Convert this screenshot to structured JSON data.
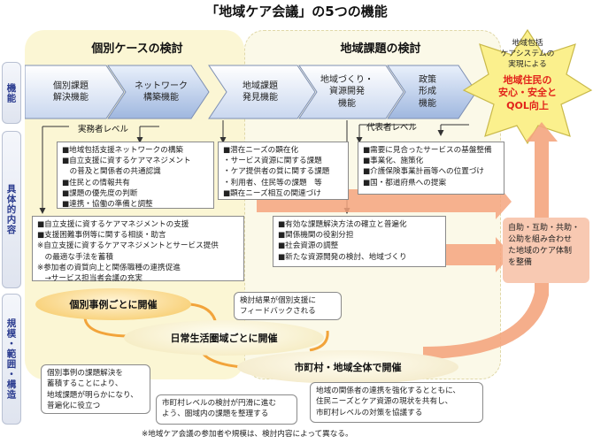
{
  "title": "「地域ケア会議」の5つの機能",
  "side_labels": {
    "function": "機能",
    "content": "具体的内容",
    "scope": "規模・範囲・構造"
  },
  "bands": {
    "left": "個別ケースの検討",
    "right": "地域課題の検討"
  },
  "chevrons": [
    {
      "label": "個別課題\n解決機能"
    },
    {
      "label": "ネットワーク\n構築機能"
    },
    {
      "label": "地域課題\n発見機能"
    },
    {
      "label": "地域づくり・\n資源開発\n機能"
    },
    {
      "label": "政策\n形成\n機能"
    }
  ],
  "goal_star": {
    "line1": "地域包括\nケアシステムの\n実現による",
    "line2": "地域住民の\n安心・安全と\nQOL向上"
  },
  "levels": {
    "staff": "実務者レベル",
    "rep": "代表者レベル"
  },
  "content_boxes": {
    "network": [
      "■地域包括支援ネットワークの構築",
      "■自立支援に資するケアマネジメント",
      "　の普及と関係者の共通認識",
      "■住民との情報共有",
      "■課題の優先度の判断",
      "■連携・協働の準備と調整"
    ],
    "discovery": [
      "■潜在ニーズの顕在化",
      "・サービス資源に関する課題",
      "・ケア提供者の質に関する課題",
      "・利用者、住民等の課題　等",
      "■顕在ニーズ相互の関連づけ"
    ],
    "policy": [
      "■需要に見合ったサービスの基盤整備",
      "■事業化、施策化",
      "■介護保険事業計画等への位置づけ",
      "■国・都道府県への提案"
    ],
    "individual": [
      "■自立支援に資するケアマネジメントの支援",
      "■支援困難事例等に関する相談・助言",
      "※自立支援に資するケアマネジメントとサービス提供",
      "　の最適な手法を蓄積",
      "※参加者の資質向上と関係職種の連携促進",
      "　→サービス担当者会議の充実"
    ],
    "resource": [
      "■有効な課題解決方法の確立と普遍化",
      "■関係機関の役割分担",
      "■社会資源の調整",
      "■新たな資源開発の検討、地域づくり"
    ]
  },
  "outcome_box": [
    "自助・互助・共助・",
    "公助を組み合わせ",
    "た地域のケア体制",
    "を整備"
  ],
  "scope": {
    "per_case": "個別事例ごとに開催",
    "per_area": "日常生活圏域ごとに開催",
    "city_wide": "市町村・地域全体で開催"
  },
  "notes": {
    "feedback": [
      "検討結果が個別支援に",
      "フィードバックされる"
    ],
    "accumulate": [
      "個別事例の課題解決を",
      "蓄積することにより、",
      "地域課題が明らかになり、",
      "普遍化に役立つ"
    ],
    "city_level": [
      "市町村レベルの検討が円滑に進む",
      "よう、圏域内の課題を整理する"
    ],
    "strengthen": [
      "地域の関係者の連携を強化するとともに、",
      "住民ニーズとケア資源の現状を共有し、",
      "市町村レベルの対策を協議する"
    ]
  },
  "footer": "※地域ケア会議の参加者や規模は、検討内容によって異なる。",
  "colors": {
    "chevron_light": "#dfe8f7",
    "chevron_dark": "#9db5df",
    "accent_red": "#e2231a",
    "star": "#fbf08d",
    "arrow": "#f4a57e",
    "outcome": "#f8c9b2"
  }
}
